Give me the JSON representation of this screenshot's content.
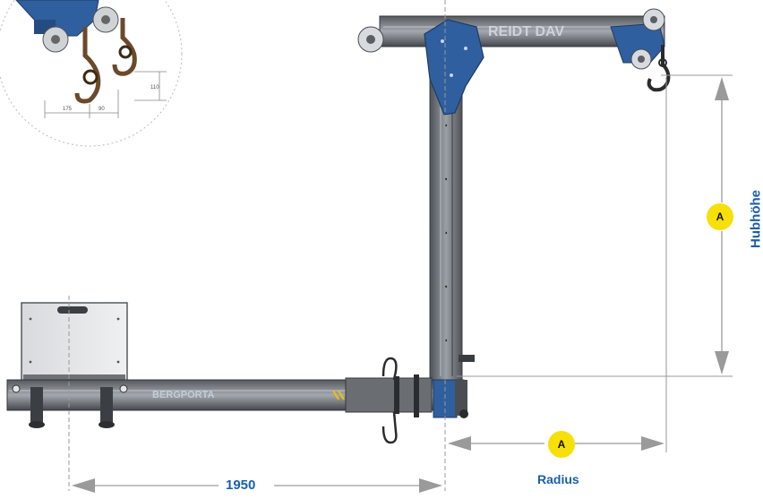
{
  "labels": {
    "horizontal_dimension": "1950",
    "radius": "Radius",
    "lift_height": "Hubhöhe",
    "badge_letter": "A",
    "beam_brand": "REIDT DAV",
    "base_brand": "BERGPORTA",
    "inset_dim_1": "175",
    "inset_dim_2": "90",
    "inset_dim_3": "110"
  },
  "colors": {
    "label_blue": "#1a5fa8",
    "badge_yellow": "#f7df0a",
    "steel_dark": "#5a5e63",
    "steel_mid": "#8b9096",
    "crane_blue": "#2f5f9e",
    "dimension_gray": "#9a9a9a"
  }
}
